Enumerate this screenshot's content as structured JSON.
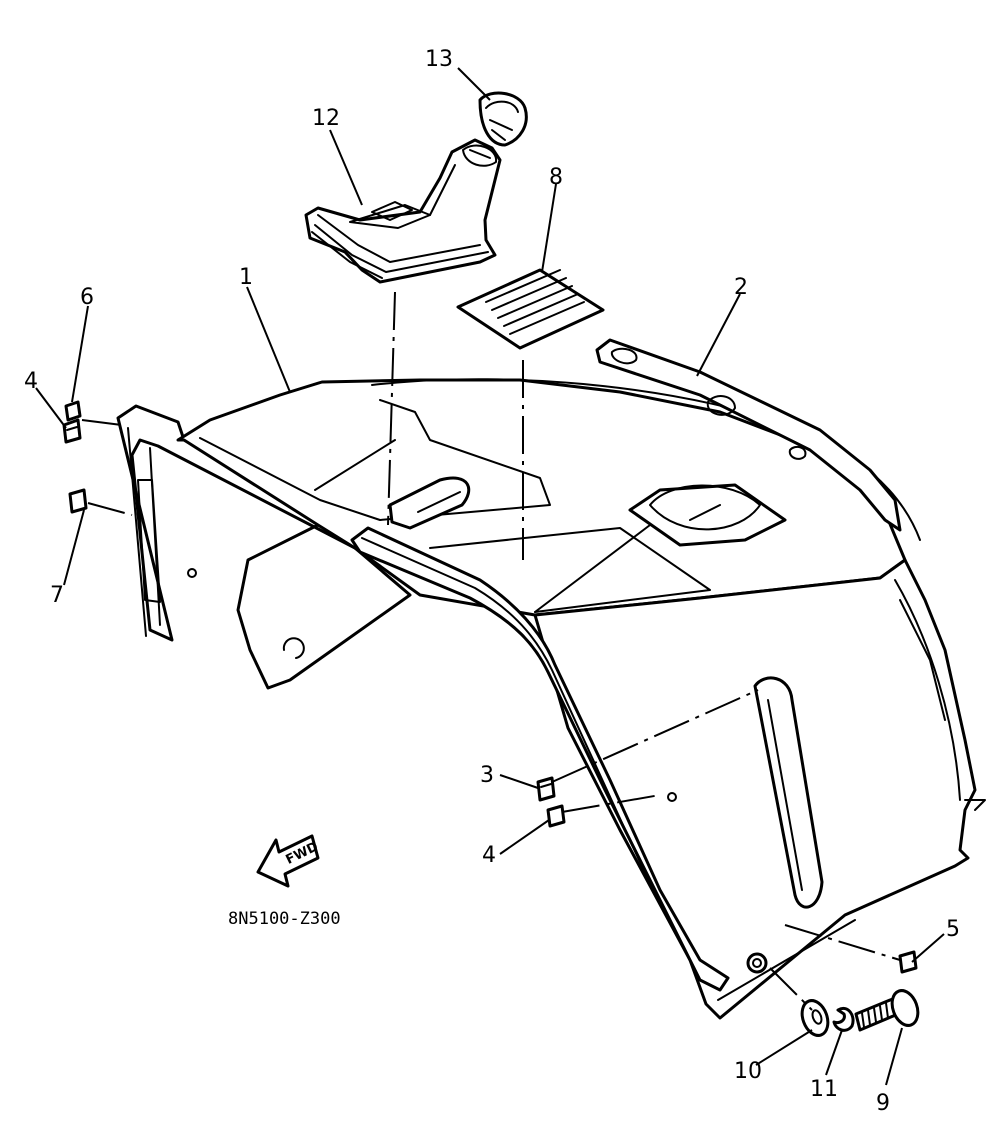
{
  "callouts": {
    "c1": "1",
    "c2": "2",
    "c3": "3",
    "c4a": "4",
    "c4b": "4",
    "c5": "5",
    "c6": "6",
    "c7": "7",
    "c8": "8",
    "c9": "9",
    "c10": "10",
    "c11": "11",
    "c12": "12",
    "c13": "13"
  },
  "direction_arrow": {
    "label": "FWD"
  },
  "diagram_code": "8N5100-Z300"
}
